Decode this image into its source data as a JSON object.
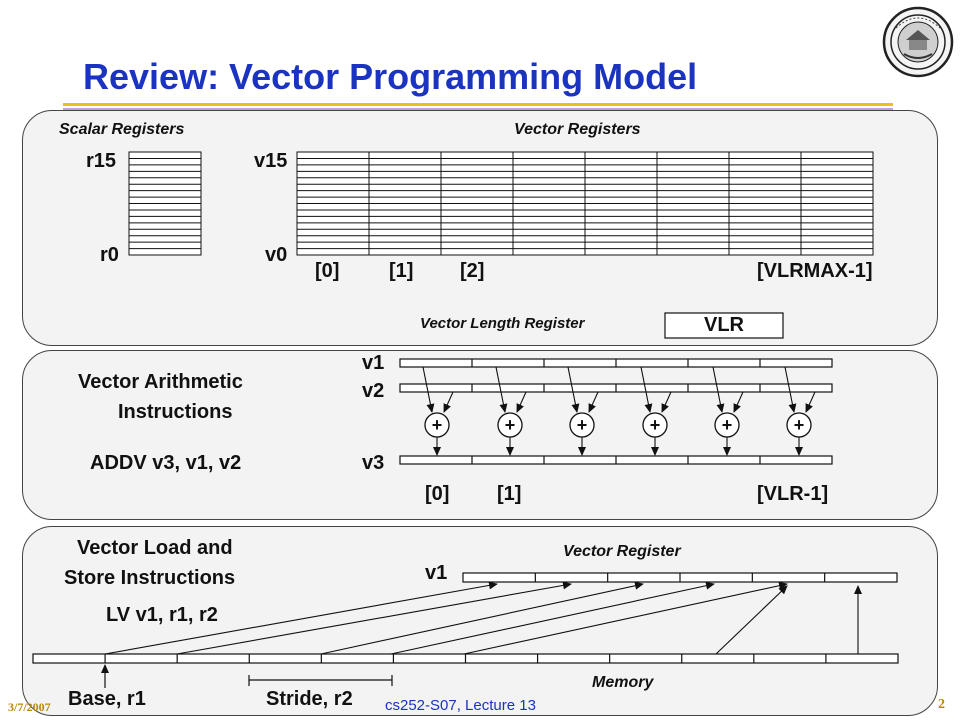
{
  "slide": {
    "title": "Review: Vector Programming Model",
    "logo_icon": "university-seal-icon"
  },
  "register_panel": {
    "scalar_caption": "Scalar Registers",
    "vector_caption": "Vector Registers",
    "scalar_top": "r15",
    "scalar_bottom": "r0",
    "vector_top": "v15",
    "vector_bottom": "v0",
    "element_indices": [
      "[0]",
      "[1]",
      "[2]",
      "[VLRMAX-1]"
    ],
    "vlr_caption": "Vector Length Register",
    "vlr_box": "VLR"
  },
  "arith_panel": {
    "heading_line1": "Vector Arithmetic",
    "heading_line2": "Instructions",
    "instruction": "ADDV v3, v1, v2",
    "src1": "v1",
    "src2": "v2",
    "dest": "v3",
    "adder_symbol": "+",
    "element_indices": [
      "[0]",
      "[1]",
      "[VLR-1]"
    ]
  },
  "memory_panel": {
    "heading_line1": "Vector Load and",
    "heading_line2": "Store Instructions",
    "instruction": "LV v1, r1, r2",
    "register_caption": "Vector Register",
    "register_name": "v1",
    "memory_caption": "Memory",
    "base_label": "Base, r1",
    "stride_label": "Stride, r2"
  },
  "footer": {
    "date": "3/7/2007",
    "course": "cs252-S07, Lecture 13",
    "page": "2"
  },
  "colors": {
    "title": "#1a33c0",
    "rule_gold": "#e8c219",
    "rule_violet": "#b9a3d9",
    "footer_course": "#1a33c0",
    "footer_gold": "#b8860b"
  }
}
